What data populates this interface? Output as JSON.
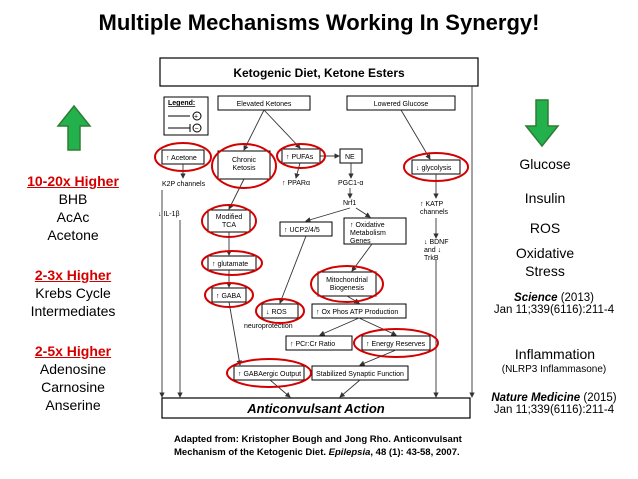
{
  "title": "Multiple Mechanisms Working In Synergy!",
  "diagram": {
    "top_box": "Ketogenic Diet, Ketone Esters",
    "elevated_ketones": "Elevated Ketones",
    "lowered_glucose": "Lowered Glucose",
    "legend_title": "Legend:",
    "nodes": {
      "acetone": "↑ Acetone",
      "chronic_ketosis": "Chronic Ketosis",
      "pufas": "↑ PUFAs",
      "ne": "NE",
      "glycolysis": "↓ glycolysis",
      "kp_channels": "K2P channels",
      "ppar": "↑ PPARα",
      "pgc": "PGC1-α",
      "katp": "↑ KATP channels",
      "il1b": "↓ IL-1β",
      "modified_tca": "Modified TCA",
      "nrf1": "Nrf1",
      "ucp": "↑ UCP2/4/5",
      "oxmet": "↑ Oxidative Metabolism Genes",
      "glutamate": "↑ glutamate",
      "bdnf": "↓ BDNF and ↓ TrkB",
      "mito": "Mitochondrial Biogenesis",
      "gaba": "↑ GABA",
      "ros": "↓ ROS",
      "oxphos": "↑ Ox Phos ATP Production",
      "neuroprotection": "neuroprotection",
      "pcr": "↑ PCr:Cr Ratio",
      "energy": "↑ Energy Reserves",
      "gabaergic": "↑ GABAergic Output",
      "synaptic": "Stabilized Synaptic Function",
      "anticonvulsant": "Anticonvulsant Action"
    },
    "caption_line1": "Adapted from: Kristopher Bough and Jong Rho. Anticonvulsant",
    "caption_line2_a": "Mechanism of the Ketogenic Diet. ",
    "caption_line2_b": "Epilepsia",
    "caption_line2_c": ", 48 (1): 43-58, 2007."
  },
  "left": {
    "h1": "10-20x Higher",
    "items1": [
      "BHB",
      "AcAc",
      "Acetone"
    ],
    "h2": "2-3x Higher",
    "items2": [
      "Krebs Cycle",
      "Intermediates"
    ],
    "h3": "2-5x Higher",
    "items3": [
      "Adenosine",
      "Carnosine",
      "Anserine"
    ]
  },
  "right": {
    "glucose": "Glucose",
    "insulin": "Insulin",
    "ros": "ROS",
    "oxidative": "Oxidative",
    "stress": "Stress",
    "science_journal": "Science",
    "science_year": " (2013)",
    "science_ref": "Jan 11;339(6116):211-4",
    "inflammation": "Inflammation",
    "nlrp3": "(NLRP3 Inflammasone)",
    "nature_journal": "Nature Medicine",
    "nature_year": " (2015)",
    "nature_ref": "Jan 11;339(6116):211-4"
  },
  "colors": {
    "arrow_green": "#22b14c",
    "arrow_outline": "#2e7d32",
    "highlight_red": "#d40000",
    "heading_red": "#d40000"
  }
}
